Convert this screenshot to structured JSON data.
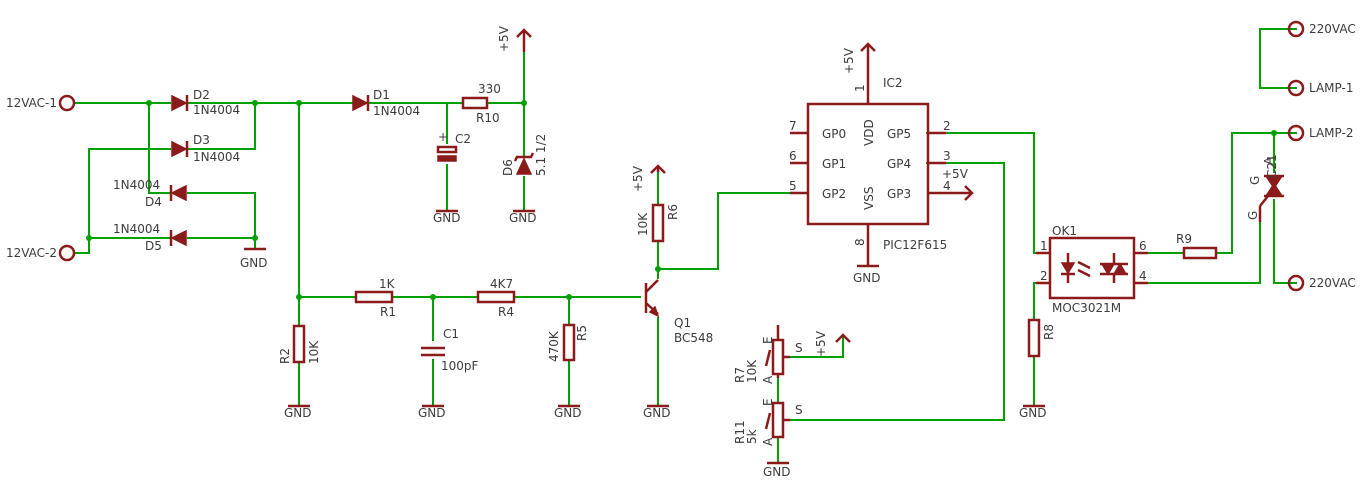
{
  "ports": {
    "ac1": "12VAC-1",
    "ac2": "12VAC-2",
    "v220_top": "220VAC",
    "lamp1": "LAMP-1",
    "lamp2": "LAMP-2",
    "v220_bot": "220VAC"
  },
  "supply": {
    "plus5v": "+5V",
    "gnd": "GND"
  },
  "diodes": {
    "d1": {
      "ref": "D1",
      "part": "1N4004"
    },
    "d2": {
      "ref": "D2",
      "part": "1N4004"
    },
    "d3": {
      "ref": "D3",
      "part": "1N4004"
    },
    "d4": {
      "ref": "D4",
      "part": "1N4004"
    },
    "d5": {
      "ref": "D5",
      "part": "1N4004"
    },
    "d6": {
      "ref": "D6",
      "part": "5.1 1/2"
    }
  },
  "resistors": {
    "r1": {
      "ref": "R1",
      "value": "1K"
    },
    "r2": {
      "ref": "R2",
      "value": "10K"
    },
    "r4": {
      "ref": "R4",
      "value": "4K7"
    },
    "r5": {
      "ref": "R5",
      "value": "470K"
    },
    "r6": {
      "ref": "R6",
      "value": "10K"
    },
    "r7": {
      "ref": "R7",
      "value": "10K"
    },
    "r8": {
      "ref": "R8",
      "value": ""
    },
    "r9": {
      "ref": "R9",
      "value": ""
    },
    "r10": {
      "ref": "R10",
      "value": "330"
    },
    "r11": {
      "ref": "R11",
      "value": "5k"
    }
  },
  "caps": {
    "c1": {
      "ref": "C1",
      "value": "100pF"
    },
    "c2": {
      "ref": "C2",
      "value": ""
    }
  },
  "transistor": {
    "ref": "Q1",
    "part": "BC548"
  },
  "ic": {
    "ref": "IC2",
    "part": "PIC12F615",
    "pins": {
      "gp0": "GP0",
      "gp1": "GP1",
      "gp2": "GP2",
      "gp3": "GP3",
      "gp4": "GP4",
      "gp5": "GP5",
      "vdd": "VDD",
      "vss": "VSS",
      "n1": "1",
      "n2": "2",
      "n3": "3",
      "n4": "4",
      "n5": "5",
      "n6": "6",
      "n7": "7",
      "n8": "8"
    }
  },
  "opto": {
    "ref": "OK1",
    "part": "MOC3021M",
    "n1": "1",
    "n2": "2",
    "n4": "4",
    "n6": "6"
  },
  "triac": {
    "ref": "C21",
    "a": "A",
    "g": "G"
  },
  "pot_pins": {
    "e": "E",
    "s": "S",
    "a": "A"
  },
  "colors": {
    "wire": "#00a000",
    "part": "#8b1a1a",
    "text": "#3c3c3c",
    "background": "#ffffff"
  }
}
